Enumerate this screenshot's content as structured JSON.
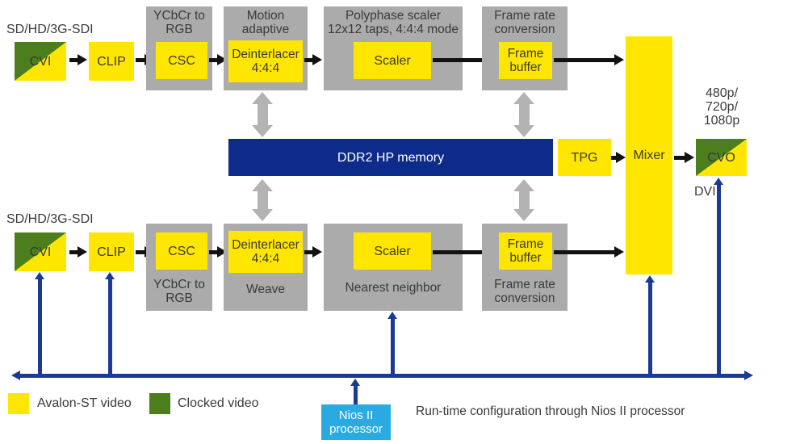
{
  "colors": {
    "yellow": "#ffe600",
    "green": "#4c7e1e",
    "gray": "#ababab",
    "grayArrow": "#b3b3b3",
    "navy": "#0d2b8b",
    "busNavy": "#1b3a97",
    "cyan": "#29abe2",
    "text": "#3a3a39",
    "black": "#121212"
  },
  "top_pipeline": {
    "input_label": "SD/HD/3G-SDI",
    "cvi": "CVI",
    "clip": "CLIP",
    "csc": "CSC",
    "csc_caption": "YCbCr to\nRGB",
    "deinterlacer": "Deinterlacer\n4:4:4",
    "deinterlacer_caption": "Motion\nadaptive",
    "scaler": "Scaler",
    "scaler_caption": "Polyphase scaler\n12x12 taps, 4:4:4 mode",
    "frame_buffer": "Frame\nbuffer",
    "frame_buffer_caption": "Frame rate\nconversion"
  },
  "bottom_pipeline": {
    "input_label": "SD/HD/3G-SDI",
    "cvi": "CVI",
    "clip": "CLIP",
    "csc": "CSC",
    "csc_caption": "YCbCr to\nRGB",
    "deinterlacer": "Deinterlacer\n4:4:4",
    "deinterlacer_caption": "Weave",
    "scaler": "Scaler",
    "scaler_caption": "Nearest neighbor",
    "frame_buffer": "Frame\nbuffer",
    "frame_buffer_caption": "Frame rate\nconversion"
  },
  "memory": {
    "label": "DDR2 HP memory"
  },
  "tpg": {
    "label": "TPG"
  },
  "mixer": {
    "label": "Mixer"
  },
  "output": {
    "cvo": "CVO",
    "formats": "480p/\n720p/\n1080p",
    "interface": "DVI"
  },
  "processor": {
    "label": "Nios II\nprocessor"
  },
  "legend": {
    "avalon": "Avalon-ST video",
    "clocked": "Clocked video",
    "caption": "Run-time configuration through Nios II processor"
  }
}
